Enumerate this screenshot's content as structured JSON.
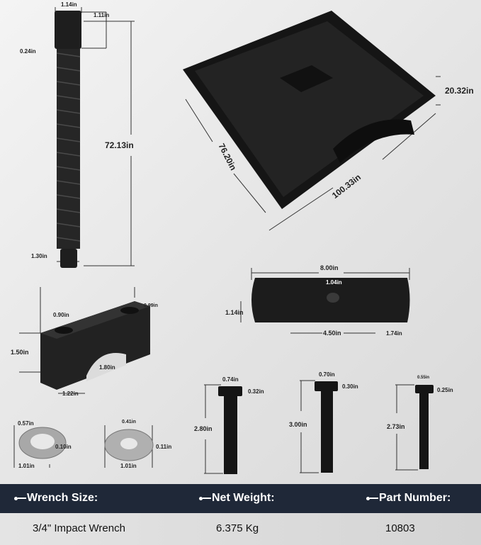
{
  "forcing_screw": {
    "head_width": "1.14in",
    "head_height": "1.11in",
    "collar": "0.24in",
    "length": "72.13in",
    "tip": "1.30in"
  },
  "carry_case": {
    "height": "20.32in",
    "depth": "76.20in",
    "width": "100.33in"
  },
  "cross_bar": {
    "length": "8.00in",
    "hole": "1.04in",
    "height": "1.14in",
    "center": "4.50in",
    "end": "1.74in"
  },
  "support_block": {
    "hole_spacing": "0.90in",
    "depth": "0.99in",
    "height": "1.50in",
    "arch": "1.80in",
    "foot": "1.22in"
  },
  "washers": [
    {
      "inner": "0.57in",
      "thickness": "0.10in",
      "outer": "1.01in"
    },
    {
      "inner": "0.41in",
      "thickness": "0.11in",
      "outer": "1.01in"
    }
  ],
  "bolts": [
    {
      "head": "0.74in",
      "head_height": "0.32in",
      "length": "2.80in"
    },
    {
      "head": "0.70in",
      "head_height": "0.30in",
      "length": "3.00in"
    },
    {
      "head": "0.55in",
      "head_height": "0.25in",
      "length": "2.73in"
    }
  ],
  "specs": {
    "headers": [
      "Wrench Size:",
      "Net Weight:",
      "Part Number:"
    ],
    "values": [
      "3/4\" Impact Wrench",
      "6.375 Kg",
      "10803"
    ]
  },
  "colors": {
    "banner": "#1f2838",
    "part": "#1b1b1b"
  }
}
